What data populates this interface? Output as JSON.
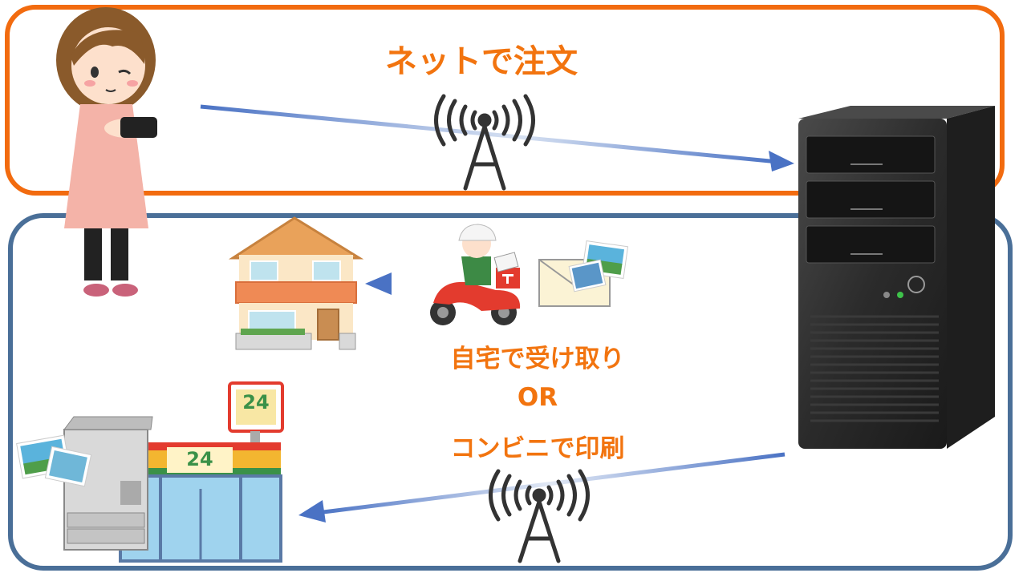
{
  "labels": {
    "title": "ネットで注文",
    "home": "自宅で受け取り",
    "or": "OR",
    "convenience": "コンビニで印刷"
  },
  "store_signs": {
    "pole_sign": "24",
    "storefront_sign": "24"
  },
  "colors": {
    "order_frame": "#F26B0F",
    "delivery_frame": "#4A6F98",
    "label_text": "#F2740F",
    "arrow": "#4A72C4"
  }
}
